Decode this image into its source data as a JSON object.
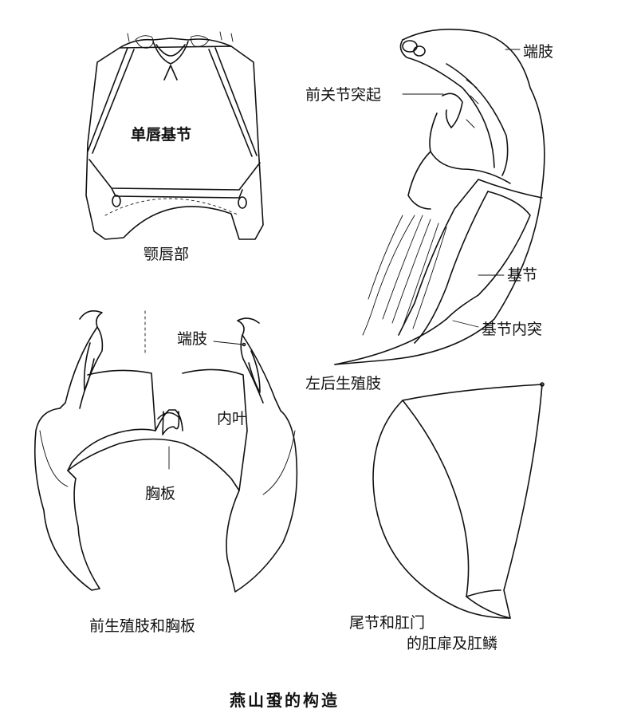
{
  "labels": {
    "labium_basal": "单唇基节",
    "labium": "颚唇部",
    "apical_segment_top": "端肢",
    "anterior_articular_process": "前关节突起",
    "basal_segment": "基节",
    "basal_inner_process": "基节内突",
    "left_posterior_gonopod": "左后生殖肢",
    "apical_segment_mid": "端肢",
    "inner_lobe": "内叶",
    "sternite": "胸板",
    "anterior_gonopods_sternite": "前生殖肢和胸板",
    "telson_line1": "尾节和肛门",
    "telson_line2": "的肛扉及肛鳞"
  },
  "caption": "燕山蛩的构造"
}
